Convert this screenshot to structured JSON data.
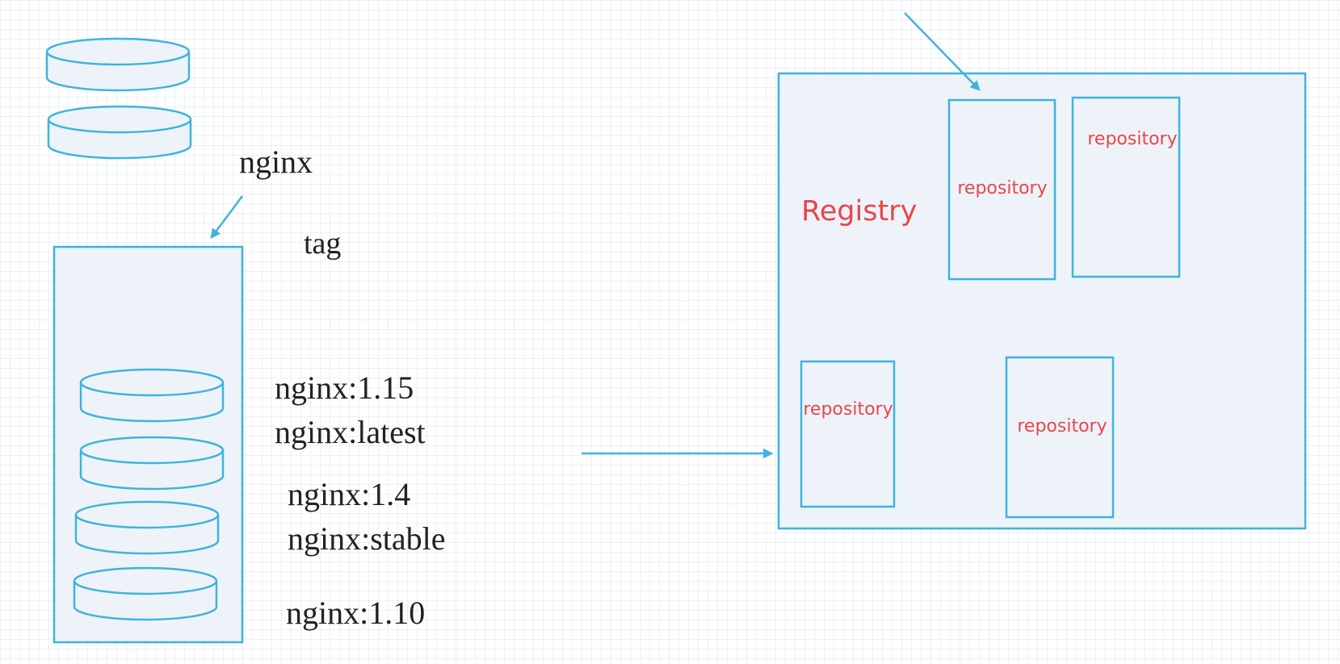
{
  "colors": {
    "line": "#3fb3dc",
    "fill": "#edf3f9",
    "label_red": "#e8464a",
    "label_black": "#222222"
  },
  "image_name": "nginx",
  "tag_label": "tag",
  "tags": [
    "nginx:1.15",
    "nginx:latest",
    "nginx:1.4",
    "nginx:stable",
    "nginx:1.10"
  ],
  "registry": {
    "label": "Registry",
    "repositories": [
      "repository",
      "repository",
      "repository",
      "repository"
    ]
  }
}
